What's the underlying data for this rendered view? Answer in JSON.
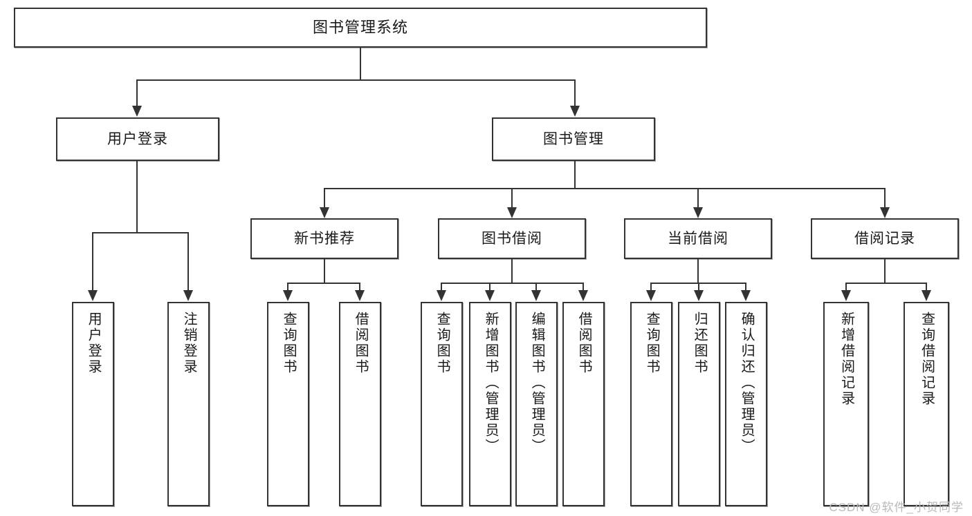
{
  "diagram": {
    "title": "图书管理系统",
    "type": "tree",
    "watermark": "CSDN @软件_小贺同学",
    "levels": {
      "root": "图书管理系统",
      "level2": [
        "用户登录",
        "图书管理"
      ],
      "level3": [
        "新书推荐",
        "图书借阅",
        "当前借阅",
        "借阅记录"
      ]
    },
    "nodes": {
      "root": {
        "label": "图书管理系统"
      },
      "user_login": {
        "label": "用户登录"
      },
      "book_manage": {
        "label": "图书管理"
      },
      "new_book_rec": {
        "label": "新书推荐"
      },
      "book_borrow": {
        "label": "图书借阅"
      },
      "current_borrow": {
        "label": "当前借阅"
      },
      "borrow_record": {
        "label": "借阅记录"
      },
      "leaf_user_login": {
        "label": "用户登录"
      },
      "leaf_logout": {
        "label": "注销登录"
      },
      "leaf_query_book_1": {
        "label": "查询图书"
      },
      "leaf_borrow_book_1": {
        "label": "借阅图书"
      },
      "leaf_query_book_2": {
        "label": "查询图书"
      },
      "leaf_add_book": {
        "label": "新增图书（管理员）"
      },
      "leaf_edit_book": {
        "label": "编辑图书（管理员）"
      },
      "leaf_borrow_book_2": {
        "label": "借阅图书"
      },
      "leaf_query_book_3": {
        "label": "查询图书"
      },
      "leaf_return_book": {
        "label": "归还图书"
      },
      "leaf_confirm_return": {
        "label": "确认归还（管理员）"
      },
      "leaf_add_record": {
        "label": "新增借阅记录"
      },
      "leaf_query_record": {
        "label": "查询借阅记录"
      }
    },
    "colors": {
      "stroke": "#333333",
      "fill": "#ffffff",
      "text": "#1a1a1a",
      "watermark": "#b9b9b9"
    }
  }
}
